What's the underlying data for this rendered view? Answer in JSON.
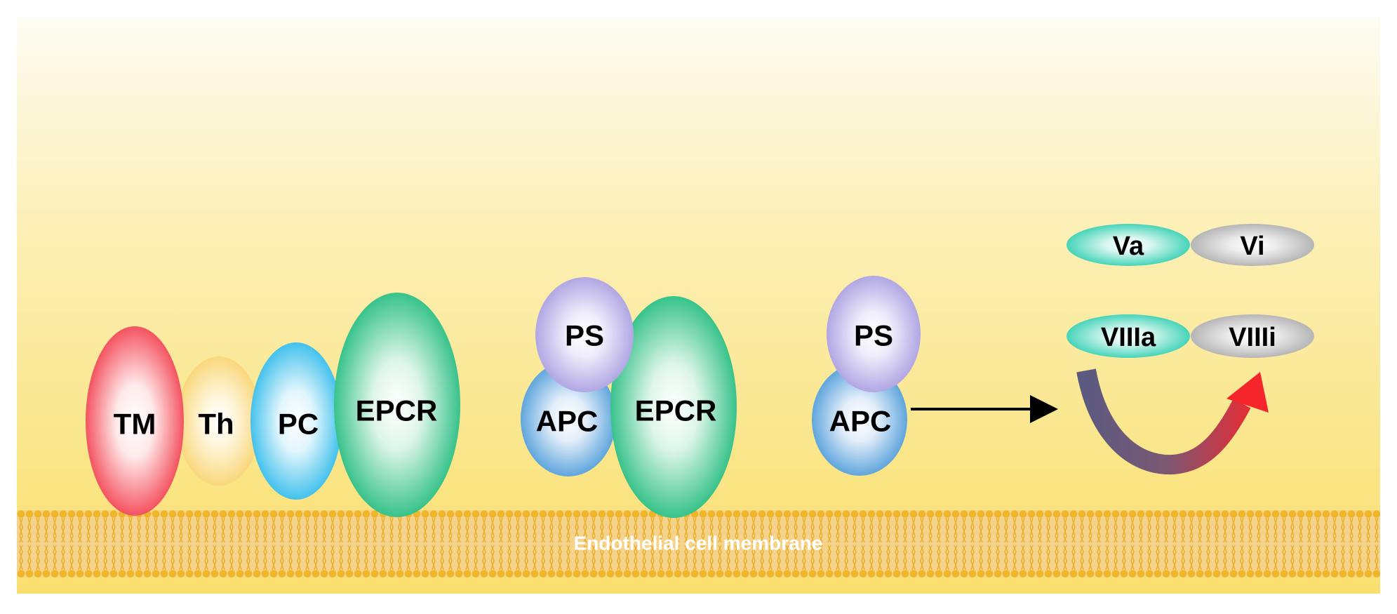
{
  "complex_1": {
    "tm": "TM",
    "th": "Th",
    "pc": "PC",
    "epcr": "EPCR"
  },
  "complex_2": {
    "ps": "PS",
    "apc": "APC",
    "epcr": "EPCR"
  },
  "complex_3": {
    "ps": "PS",
    "apc": "APC"
  },
  "factors": {
    "va": "Va",
    "vi": "Vi",
    "viiia": "VIIIa",
    "viiii": "VIIIi"
  },
  "membrane": {
    "label": "Endothelial cell membrane"
  },
  "colors": {
    "background_top": "#fdfcf4",
    "background_bottom": "#f9df6e",
    "membrane": "#f0b526",
    "tm": "#f23b4a",
    "th": "#f8d26c",
    "pc": "#2ab9ea",
    "epcr": "#1dba7b",
    "ps": "#a79be0",
    "apc": "#4a9ad8",
    "active_factor": "#19c9a8",
    "inactive_factor": "#a4a4a4",
    "arrow": "#000000",
    "curve_start": "#5c5a80",
    "curve_end": "#f5262b"
  }
}
